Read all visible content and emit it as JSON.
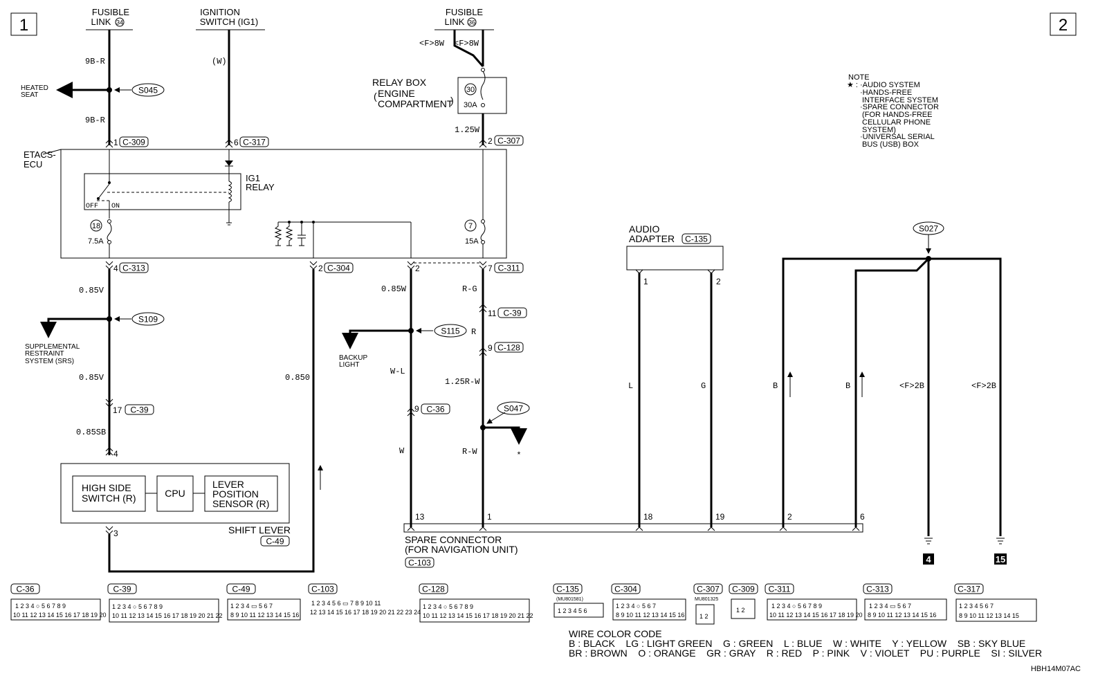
{
  "page": {
    "page_markers": [
      "1",
      "2"
    ],
    "footer_code": "HBH14M07AC"
  },
  "top_sources": {
    "fusible_link_34": [
      "FUSIBLE",
      "LINK",
      "34"
    ],
    "ignition_switch": [
      "IGNITION",
      "SWITCH (IG1)"
    ],
    "fusible_link_36": [
      "FUSIBLE",
      "LINK",
      "36"
    ]
  },
  "wire_labels": {
    "w_9br_a": "9B-R",
    "w_9br_b": "9B-R",
    "w_w": "(W)",
    "w_f8w_a": "<F>8W",
    "w_f8w_b": "<F>8W",
    "w_125w": "1.25W",
    "w_085v_a": "0.85V",
    "w_085v_b": "0.85V",
    "w_085sb": "0.85SB",
    "w_0850": "0.850",
    "w_085w": "0.85W",
    "w_wl": "W-L",
    "w_w2": "W",
    "w_rg": "R-G",
    "w_r": "R",
    "w_125rw": "1.25R-W",
    "w_rw": "R-W",
    "w_l": "L",
    "w_g": "G",
    "w_b1": "B",
    "w_b2": "B",
    "w_f2b_a": "<F>2B",
    "w_f2b_b": "<F>2B"
  },
  "splices": [
    "S045",
    "S109",
    "S115",
    "S047",
    "S027"
  ],
  "branches": {
    "heated_seat": [
      "HEATED",
      "SEAT"
    ],
    "srs": [
      "SUPPLEMENTAL",
      "RESTRAINT",
      "SYSTEM (SRS)"
    ],
    "backup_light": [
      "BACKUP",
      "LIGHT"
    ],
    "star": "*"
  },
  "relay_box": {
    "title": "RELAY BOX",
    "sub1": "ENGINE",
    "sub2": "COMPARTMENT",
    "fuse_no": "30",
    "fuse_amp": "30A"
  },
  "etacs": {
    "title1": "ETACS-",
    "title2": "ECU",
    "relay1": "IG1",
    "relay2": "RELAY",
    "off": "OFF",
    "on": "ON",
    "fuse18_no": "18",
    "fuse18_amp": "7.5A",
    "fuse7_no": "7",
    "fuse7_amp": "15A"
  },
  "pins": {
    "c309": [
      "1",
      "C-309"
    ],
    "c317": [
      "6",
      "C-317"
    ],
    "c307": [
      "2",
      "C-307"
    ],
    "c313": [
      "4",
      "C-313"
    ],
    "c304": [
      "2",
      "C-304"
    ],
    "p2": "2",
    "c311": [
      "7",
      "C-311"
    ],
    "c39a": [
      "11",
      "C-39"
    ],
    "c128": [
      "9",
      "C-128"
    ],
    "c39b": [
      "17",
      "C-39"
    ],
    "c36": [
      "9",
      "C-36"
    ],
    "lever4": "4",
    "lever3": "3",
    "spare": [
      "13",
      "1",
      "18",
      "19",
      "2",
      "6"
    ],
    "audio": [
      "1",
      "2"
    ]
  },
  "shift_lever": {
    "hss1": "HIGH SIDE",
    "hss2": "SWITCH (R)",
    "cpu": "CPU",
    "lps1": "LEVER",
    "lps2": "POSITION",
    "lps3": "SENSOR (R)",
    "name": "SHIFT LEVER",
    "conn": "C-49"
  },
  "audio_adapter": {
    "l1": "AUDIO",
    "l2": "ADAPTER",
    "conn": "C-135"
  },
  "spare_connector": {
    "l1": "SPARE CONNECTOR",
    "l2": "(FOR NAVIGATION UNIT)",
    "conn": "C-103"
  },
  "grounds": [
    "4",
    "15"
  ],
  "note": {
    "title": "NOTE",
    "star": "★ :",
    "lines": [
      "·AUDIO SYSTEM",
      "·HANDS-FREE",
      "INTERFACE SYSTEM",
      "·SPARE CONNECTOR",
      "(FOR HANDS-FREE",
      "CELLULAR PHONE",
      "SYSTEM)",
      "·UNIVERSAL SERIAL",
      "BUS (USB) BOX"
    ]
  },
  "connectors": [
    {
      "name": "C-36",
      "row1": "1 2 3 4  ○  5 6 7 8 9",
      "row2": "10 11 12 13 14 15 16 17 18 19 20"
    },
    {
      "name": "C-39",
      "row1": "1 2 3 4    ○    5 6 7 8  9",
      "row2": "10 11 12 13 14 15 16 17 18 19 20 21  22"
    },
    {
      "name": "C-49",
      "row1": "1 2 3 4   ▭   5 6 7",
      "row2": "8 9 10 11 12 13 14 15 16"
    },
    {
      "name": "C-103",
      "row1": "1 2 3 4 5 6  ▭  7 8 9 10 11",
      "row2": "12 13 14 15 16 17 18 19 20 21 22 23 24"
    },
    {
      "name": "C-128",
      "row1": "1 2 3 4    ○    5 6 7 8  9",
      "row2": "10 11 12 13 14 15 16 17 18 19 20 21  22"
    },
    {
      "name": "C-135",
      "part": "(MU801581)",
      "row1": "1 2 3 4 5 6",
      "row2": ""
    },
    {
      "name": "C-304",
      "row1": "1 2 3 4  ○  5 6 7",
      "row2": "8 9 10 11 12 13 14 15 16"
    },
    {
      "name": "C-307",
      "part": "MU801325",
      "row1": "1 2",
      "row2": ""
    },
    {
      "name": "C-309",
      "row1": "1 2",
      "row2": ""
    },
    {
      "name": "C-311",
      "row1": "1 2 3 4  ○  5 6 7 8 9",
      "row2": "10 11 12 13 14 15 16 17 18 19 20"
    },
    {
      "name": "C-313",
      "row1": "1 2 3 4  ▭  5 6 7",
      "row2": "8 9 10 11 12 13 14 15 16"
    },
    {
      "name": "C-317",
      "row1": "1 2 3 4      5 6 7",
      "row2": "8 9 10 11   12   13 14 15"
    }
  ],
  "wire_color_code": {
    "title": "WIRE COLOR CODE",
    "row1": "B : BLACK    LG : LIGHT GREEN    G : GREEN    L : BLUE    W : WHITE    Y : YELLOW    SB : SKY BLUE",
    "row2": "BR : BROWN    O : ORANGE    GR : GRAY    R : RED    P : PINK    V : VIOLET    PU : PURPLE    SI : SILVER"
  }
}
